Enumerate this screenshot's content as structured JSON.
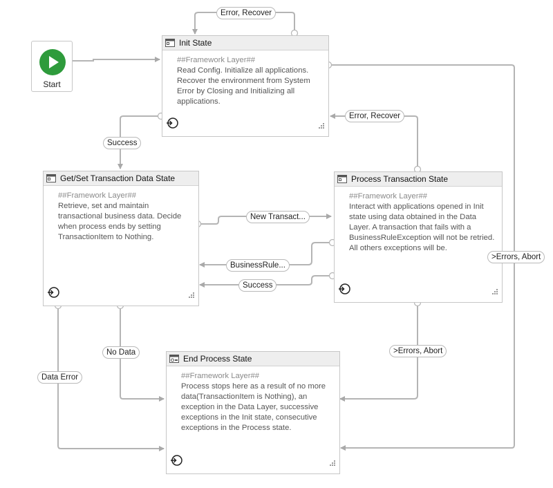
{
  "start": {
    "label": "Start"
  },
  "states": {
    "init": {
      "title": "Init State",
      "framework": "##Framework Layer##",
      "description": "Read Config. Initialize all applications. Recover the environment from System Error by Closing and Initializing all applications."
    },
    "get_set": {
      "title": "Get/Set Transaction Data State",
      "framework": "##Framework Layer##",
      "description": "Retrieve, set and maintain transactional business data. Decide when process ends by setting TransactionItem to Nothing."
    },
    "process": {
      "title": "Process Transaction State",
      "framework": "##Framework Layer##",
      "description": "Interact with applications opened in Init state using data obtained in the Data Layer. A transaction that fails with a BusinessRuleException will not be retried. All others exceptions will be."
    },
    "end": {
      "title": "End Process State",
      "framework": "##Framework Layer##",
      "description": "Process stops here as a result of no more data(TransactionItem is Nothing), an exception in the Data Layer, successive exceptions in the Init state, consecutive exceptions in the Process state."
    }
  },
  "transitions": {
    "init_self_recover": "Error, Recover",
    "process_to_init_recover": "Error, Recover",
    "success_init_to_get": "Success",
    "new_transaction": "New Transact...",
    "business_rule": "BusinessRule...",
    "success_process_to_get": "Success",
    "errors_abort_right": ">Errors, Abort",
    "errors_abort_process": ">Errors, Abort",
    "no_data": "No Data",
    "data_error": "Data Error"
  },
  "colors": {
    "wire": "#b4b4b4",
    "start_green": "#2e9b3c",
    "header_bg": "#eeeeee",
    "border": "#c6c6c6"
  },
  "icons": {
    "state_header": "state-icon",
    "final_header": "final-state-icon",
    "entry": "entry-icon",
    "resize": "resize-grip-icon",
    "start": "play-icon"
  }
}
